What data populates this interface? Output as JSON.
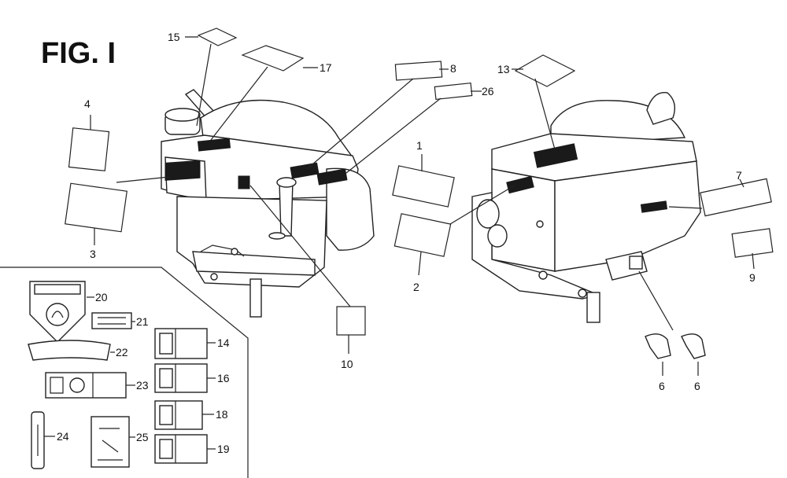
{
  "figure": {
    "title": "FIG. I"
  },
  "callouts": {
    "c1": "1",
    "c2": "2",
    "c3": "3",
    "c4": "4",
    "c6a": "6",
    "c6b": "6",
    "c7": "7",
    "c8": "8",
    "c9": "9",
    "c10": "10",
    "c13": "13",
    "c14": "14",
    "c15": "15",
    "c16": "16",
    "c17": "17",
    "c18": "18",
    "c19": "19",
    "c20": "20",
    "c21": "21",
    "c22": "22",
    "c23": "23",
    "c24": "24",
    "c25": "25",
    "c26": "26"
  }
}
